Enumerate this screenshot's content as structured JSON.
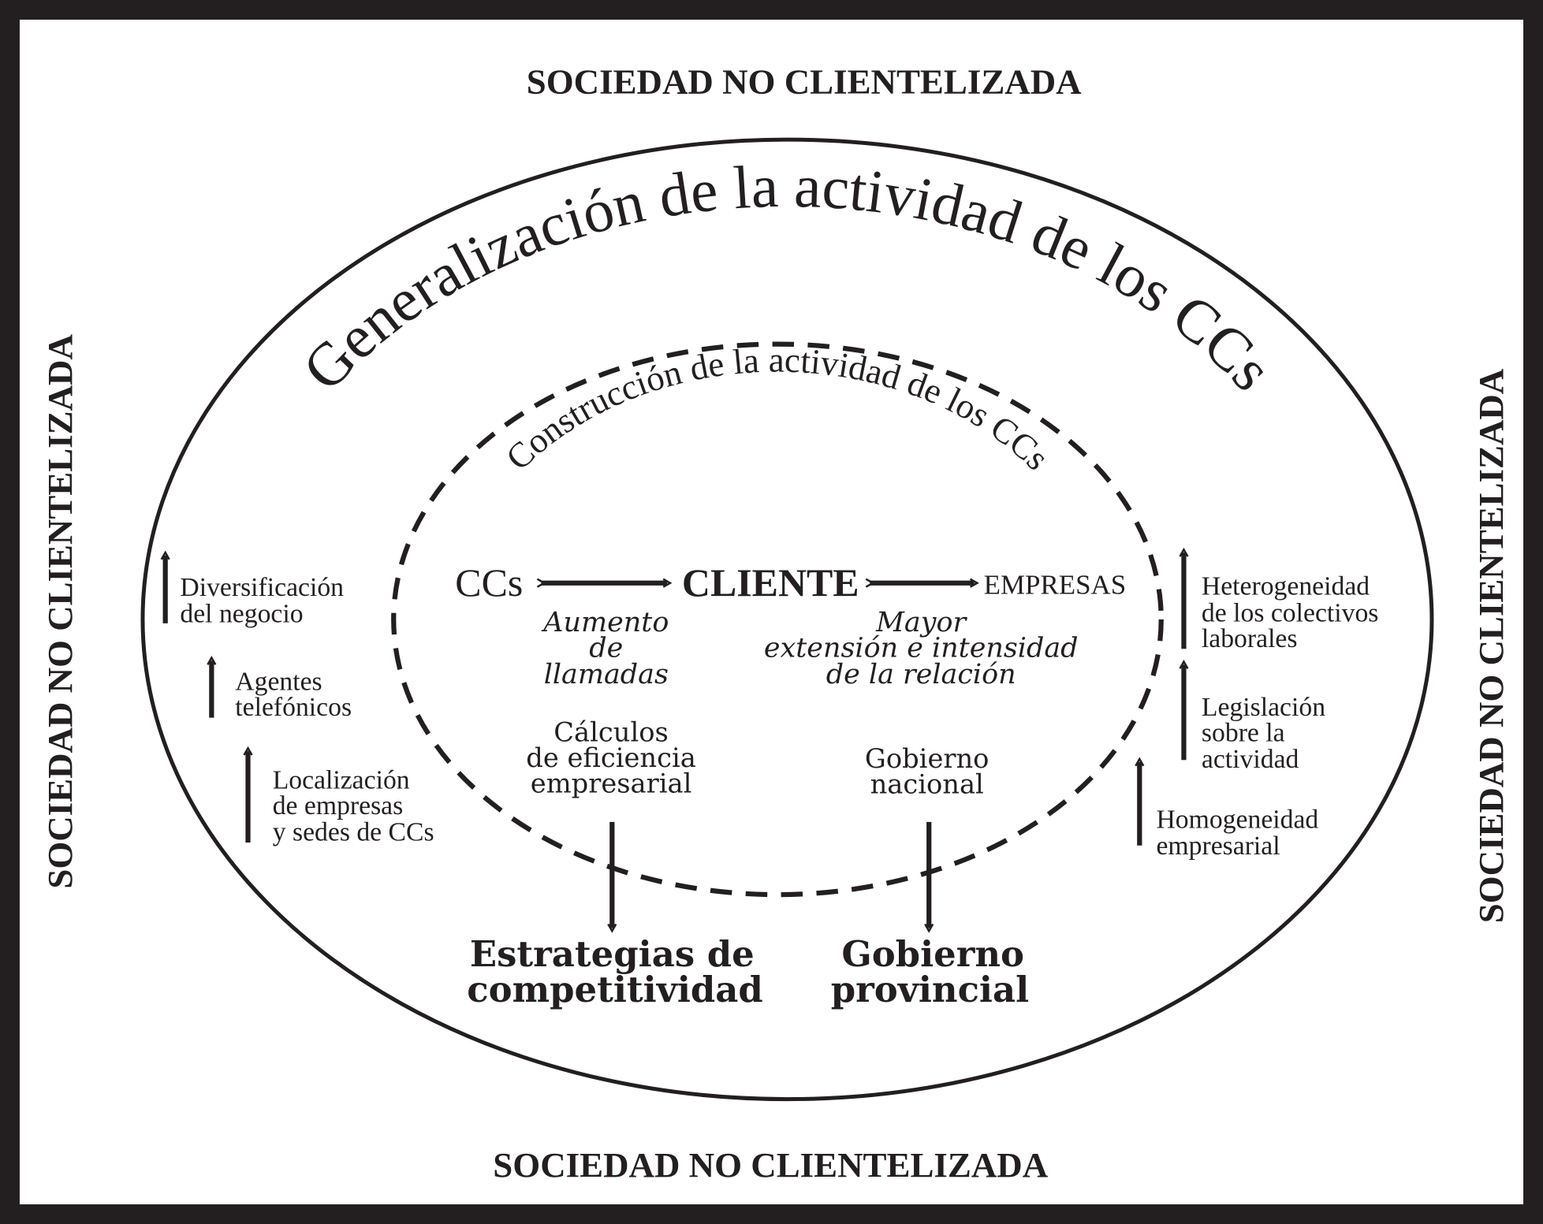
{
  "outer_labels": {
    "top": "SOCIEDAD  NO CLIENTELIZADA",
    "bottom": "SOCIEDAD NO CLIENTELIZADA",
    "left": "SOCIEDAD  NO CLIENTELIZADA",
    "right": "SOCIEDAD NO CLIENTELIZADA"
  },
  "outer_ellipse_title": "Generalización de la actividad de los CCs",
  "inner_ellipse_title": "Construcción de la actividad de los CCs",
  "center": {
    "ccs": "CCs",
    "cliente": "CLIENTE",
    "empresas": "EMPRESAS",
    "left_note": [
      "Aumento",
      "de",
      "llamadas"
    ],
    "right_note": [
      "Mayor",
      "extensión e intensidad",
      "de la relación"
    ],
    "calculos": [
      "Cálculos",
      "de eficiencia",
      "empresarial"
    ],
    "gobierno_nacional": [
      "Gobierno",
      "nacional"
    ]
  },
  "left_factors": [
    [
      "Diversificación",
      "del negocio"
    ],
    [
      "Agentes",
      "telefónicos"
    ],
    [
      "Localización",
      "de empresas",
      "y sedes de CCs"
    ]
  ],
  "right_factors": [
    [
      "Heterogeneidad",
      "de los colectivos",
      "laborales"
    ],
    [
      "Legislación",
      "sobre la",
      "actividad"
    ],
    [
      "Homogeneidad",
      "empresarial"
    ]
  ],
  "outcomes": {
    "estrategias": [
      "Estrategias de",
      "competitividad"
    ],
    "gobierno_provincial": [
      "Gobierno",
      "provincial"
    ]
  }
}
